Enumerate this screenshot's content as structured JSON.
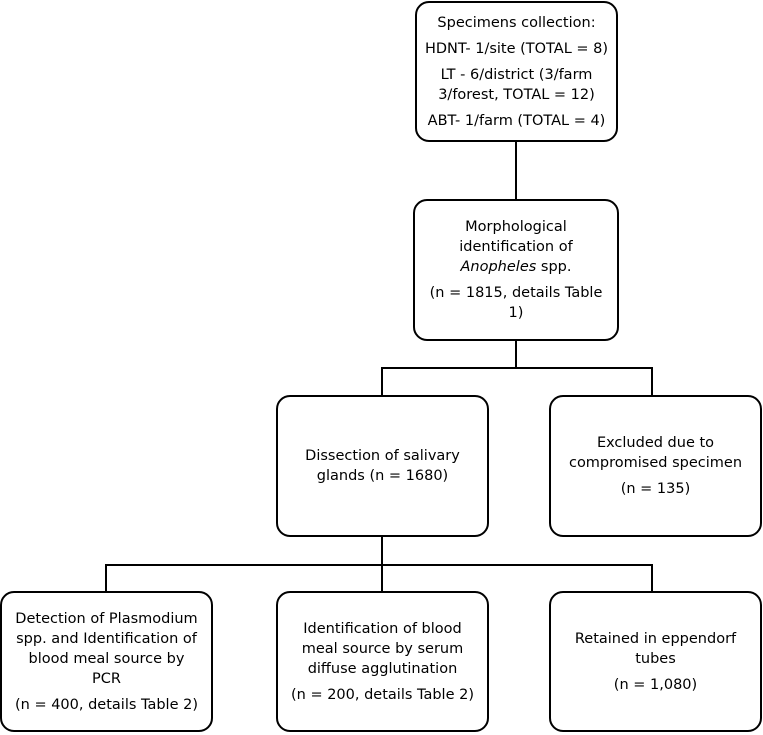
{
  "boxes": {
    "collection": {
      "title": "Specimens collection:",
      "hdnt": "HDNT- 1/site (TOTAL = 8)",
      "lt_line1": "LT - 6/district (3/farm",
      "lt_line2": "3/forest, TOTAL = 12)",
      "abt": "ABT- 1/farm (TOTAL = 4)"
    },
    "morph": {
      "line1": "Morphological",
      "line2": "identification of",
      "genus": "Anopheles",
      "spp": " spp.",
      "count": "(n = 1815, details Table 1)"
    },
    "dissection": {
      "line1": "Dissection of salivary",
      "line2": "glands (n = 1680)"
    },
    "excluded": {
      "line1": "Excluded due to",
      "line2": "compromised specimen",
      "count": "(n = 135)"
    },
    "pcr": {
      "line1": "Detection of Plasmodium",
      "line2": "spp. and Identification of",
      "line3": "blood meal source by",
      "line4": "PCR",
      "count": "(n = 400, details Table 2)"
    },
    "serum": {
      "line1": "Identification of blood",
      "line2": "meal source by serum",
      "line3": "diffuse agglutination",
      "count": "(n = 200, details Table 2)"
    },
    "retained": {
      "line1": "Retained in eppendorf",
      "line2": "tubes",
      "count": "(n = 1,080)"
    }
  }
}
